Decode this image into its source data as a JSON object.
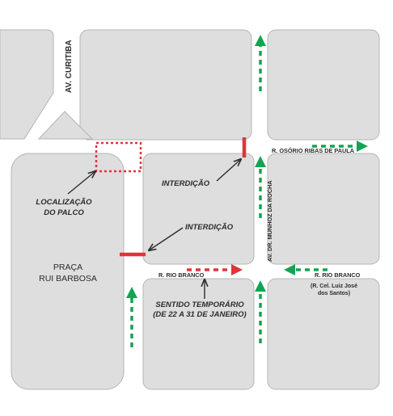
{
  "colors": {
    "block_fill": "#dedede",
    "block_stroke": "#b5b5b5",
    "green": "#13a453",
    "red": "#e2333b",
    "text": "#2b2b2b"
  },
  "streets": {
    "curitiba": "AV. CURITIBA",
    "osorio": "R. OSÓRIO RIBAS DE PAULA",
    "munhoz": "AV. DR. MUNHOZ DA ROCHA",
    "rio_branco_left": "R. RIO BRANCO",
    "rio_branco_right": "R. RIO BRANCO",
    "rio_branco_alt_1": "(R. Cel. Luiz José",
    "rio_branco_alt_2": "dos Santos)"
  },
  "places": {
    "praca_1": "PRAÇA",
    "praca_2": "RUI BARBOSA"
  },
  "annotations": {
    "palco_1": "LOCALIZAÇÃO",
    "palco_2": "DO PALCO",
    "interdicao_top": "INTERDIÇÃO",
    "interdicao_mid": "INTERDIÇÃO",
    "sentido_1": "SENTIDO TEMPORÁRIO",
    "sentido_2": "(DE 22 A 31 DE JANEIRO)"
  },
  "icons": {
    "flow_arrow": "dashed-arrow",
    "interdiction": "red-bar",
    "stage_area": "dotted-rectangle"
  }
}
